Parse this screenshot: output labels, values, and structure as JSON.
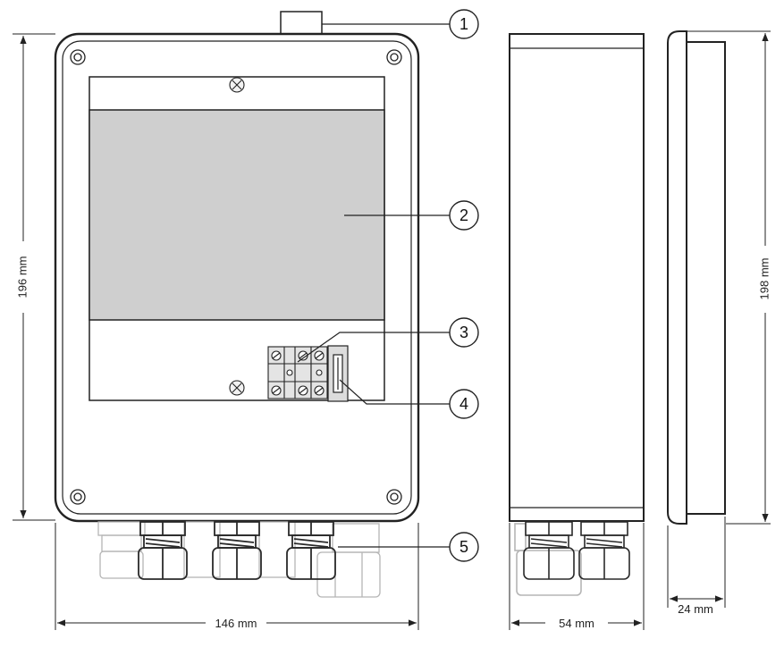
{
  "dimensions": {
    "front_height": "196 mm",
    "front_width": "146 mm",
    "side_width": "54 mm",
    "profile_height": "198 mm",
    "profile_depth": "24 mm"
  },
  "callouts": [
    "1",
    "2",
    "3",
    "4",
    "5"
  ],
  "colors": {
    "line": "#222222",
    "display": "#cfcfcf",
    "terminal": "#e4e4e4",
    "gland_dark": "#2a2a2a",
    "gland_faded": "#b5b5b5"
  }
}
